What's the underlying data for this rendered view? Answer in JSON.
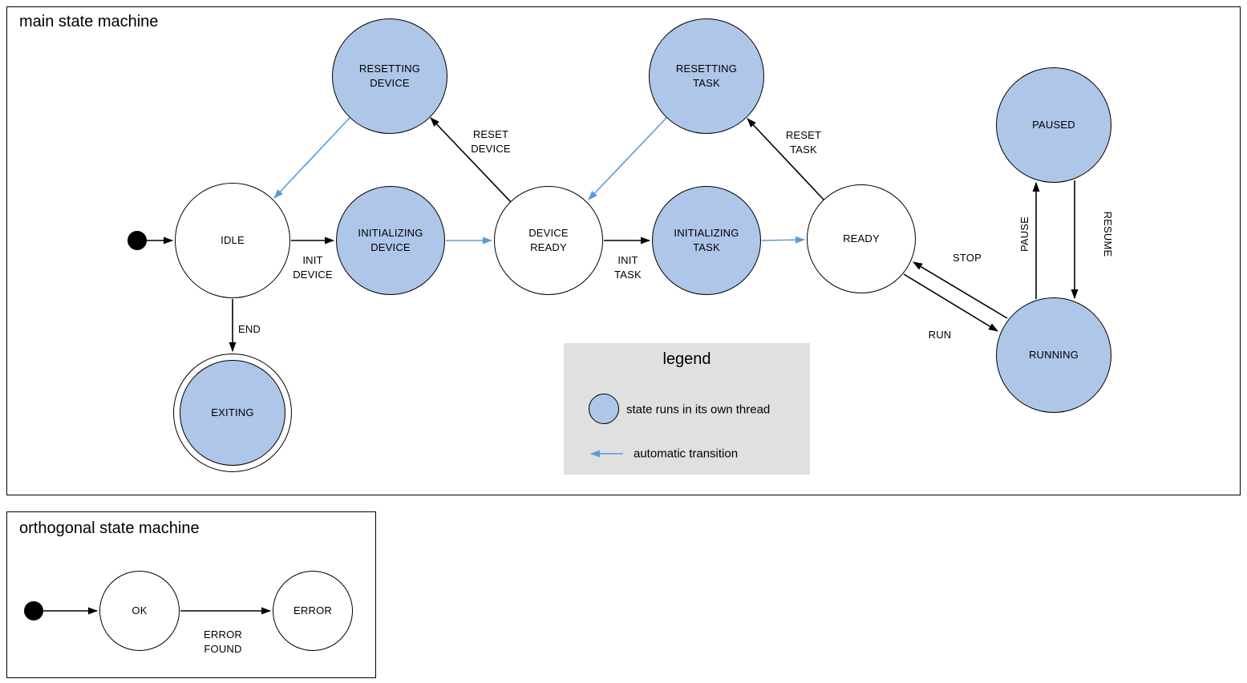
{
  "colors": {
    "state_fill": "#aec6e8",
    "auto_transition": "#5b9bd5",
    "line": "#000000",
    "legend_bg": "#e0e0e0"
  },
  "main": {
    "title": "main state machine",
    "states": {
      "idle": "IDLE",
      "resetting_device": "RESETTING\nDEVICE",
      "initializing_device": "INITIALIZING\nDEVICE",
      "device_ready": "DEVICE\nREADY",
      "resetting_task": "RESETTING\nTASK",
      "initializing_task": "INITIALIZING\nTASK",
      "ready": "READY",
      "paused": "PAUSED",
      "running": "RUNNING",
      "exiting": "EXITING"
    },
    "transitions": {
      "init_device": "INIT\nDEVICE",
      "reset_device": "RESET\nDEVICE",
      "init_task": "INIT\nTASK",
      "reset_task": "RESET\nTASK",
      "stop": "STOP",
      "run": "RUN",
      "pause": "PAUSE",
      "resume": "RESUME",
      "end": "END"
    }
  },
  "legend": {
    "title": "legend",
    "threaded_state": "state runs in its own thread",
    "auto_transition": "automatic transition"
  },
  "orthogonal": {
    "title": "orthogonal state machine",
    "states": {
      "ok": "OK",
      "error": "ERROR"
    },
    "transitions": {
      "error_found": "ERROR\nFOUND"
    }
  }
}
